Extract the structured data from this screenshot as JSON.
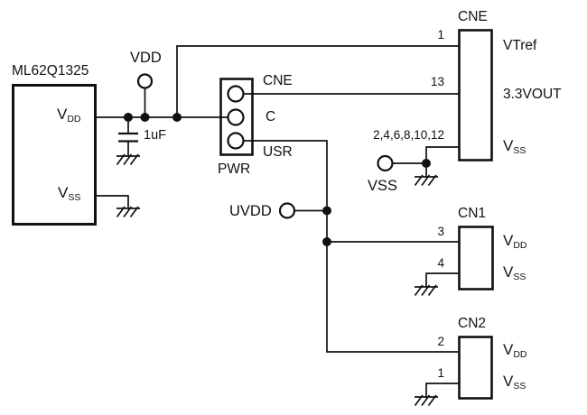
{
  "colors": {
    "ink": "#111111",
    "background": "#ffffff"
  },
  "ic": {
    "title": "ML62Q1325",
    "pin_vdd": {
      "base": "V",
      "sub": "DD"
    },
    "pin_vss": {
      "base": "V",
      "sub": "SS"
    }
  },
  "power_net": {
    "vdd": "VDD",
    "vss": "VSS",
    "uvdd": "UVDD"
  },
  "capacitor": {
    "value": "1uF"
  },
  "pwr": {
    "title": "PWR",
    "pin_cne": "CNE",
    "pin_c": "C",
    "pin_usr": "USR"
  },
  "cne": {
    "title": "CNE",
    "pin1": "1",
    "pin13": "13",
    "pin_vss_nums": "2,4,6,8,10,12",
    "sig_vtref": "VTref",
    "sig_33vout": "3.3VOUT",
    "sig_vss": {
      "base": "V",
      "sub": "SS"
    }
  },
  "cn1": {
    "title": "CN1",
    "pin_vdd_num": "3",
    "pin_vss_num": "4",
    "sig_vdd": {
      "base": "V",
      "sub": "DD"
    },
    "sig_vss": {
      "base": "V",
      "sub": "SS"
    }
  },
  "cn2": {
    "title": "CN2",
    "pin_vdd_num": "2",
    "pin_vss_num": "1",
    "sig_vdd": {
      "base": "V",
      "sub": "DD"
    },
    "sig_vss": {
      "base": "V",
      "sub": "SS"
    }
  }
}
